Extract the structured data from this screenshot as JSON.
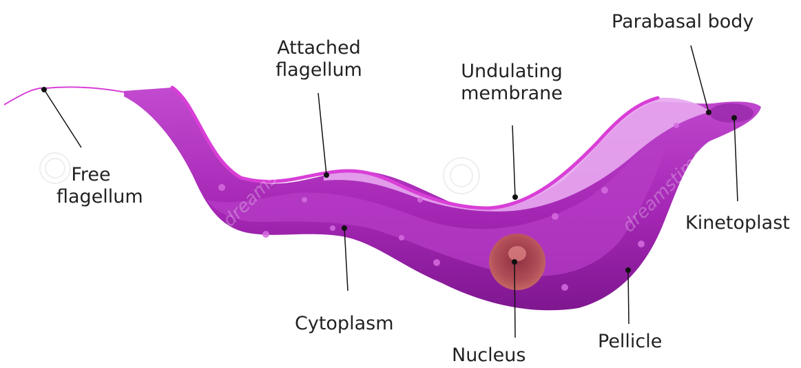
{
  "labels": {
    "free_flagellum": [
      "Free",
      "flagellum"
    ],
    "attached_flagellum": [
      "Attached",
      "flagellum"
    ],
    "undulating_membrane": [
      "Undulating",
      "membrane"
    ],
    "parabasal_body": "Parabasal body",
    "kinetoplast": "Kinetoplast",
    "cytoplasm": "Cytoplasm",
    "nucleus": "Nucleus",
    "pellicle": "Pellicle"
  },
  "watermark": "dreamstime",
  "colors": {
    "body_dark": "#8a1a9a",
    "body_main": "#a92ab8",
    "body_light": "#c64fd3",
    "membrane": "#e8a9ef",
    "flagellum": "#d93fd7",
    "nucleus": "#b4504f",
    "leader": "#111111"
  }
}
